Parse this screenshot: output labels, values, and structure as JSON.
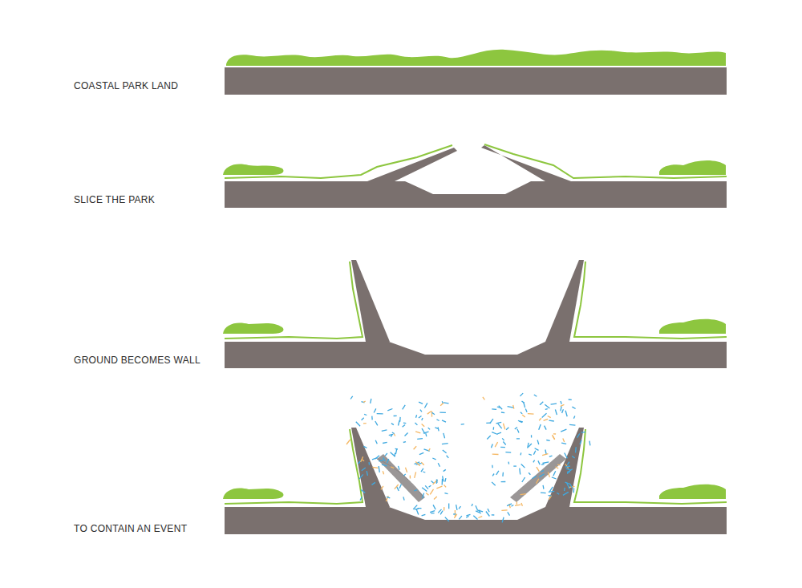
{
  "diagram": {
    "labels": [
      "COASTAL PARK LAND",
      "SLICE THE PARK",
      "GROUND BECOMES WALL",
      "TO CONTAIN AN EVENT"
    ]
  }
}
